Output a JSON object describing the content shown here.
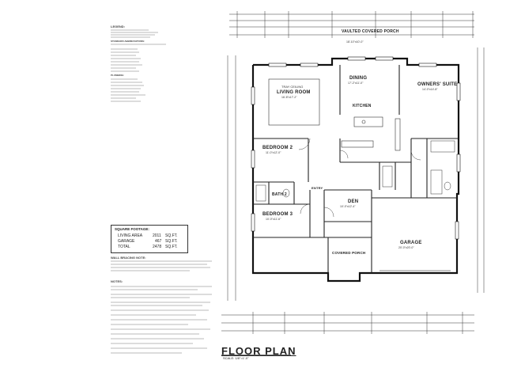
{
  "sheet": {
    "title": "FLOOR PLAN",
    "scale": "SCALE: 1/8\"=1'-0\""
  },
  "legend": {
    "heading": "LEGEND:",
    "abbrev_heading": "STANDARD ABBREVIATIONS:",
    "plumbing_heading": "PLUMBING:"
  },
  "rooms": [
    {
      "key": "vaulted",
      "label": "VAULTED COVERED PORCH",
      "dim": "18'-10\"x10'-0\""
    },
    {
      "key": "dining",
      "label": "DINING",
      "dim": "17'-2\"x11'-0\""
    },
    {
      "key": "living",
      "label": "LIVING ROOM",
      "sub": "TRAY CEILING",
      "dim": "16'-8\"x17'-2\""
    },
    {
      "key": "owners",
      "label": "OWNERS' SUITE",
      "dim": "14'-0\"x14'-8\""
    },
    {
      "key": "kitchen",
      "label": "KITCHEN",
      "dim": ""
    },
    {
      "key": "bed2",
      "label": "BEDROOM 2",
      "dim": "11'-0\"x12'-0\""
    },
    {
      "key": "bath2",
      "label": "BATH 2",
      "dim": ""
    },
    {
      "key": "entry",
      "label": "ENTRY",
      "dim": ""
    },
    {
      "key": "bed3",
      "label": "BEDROOM 3",
      "dim": "10'-0\"x11'-6\""
    },
    {
      "key": "den",
      "label": "DEN",
      "dim": "10'-0\"x12'-4\""
    },
    {
      "key": "porch",
      "label": "COVERED PORCH",
      "dim": ""
    },
    {
      "key": "garage",
      "label": "GARAGE",
      "dim": "20'-0\"x20'-0\""
    }
  ],
  "square_footage": {
    "heading": "SQUARE FOOTAGE:",
    "rows": [
      {
        "label": "LIVING AREA",
        "value": "2011",
        "unit": "SQ.FT."
      },
      {
        "label": "GARAGE",
        "value": "467",
        "unit": "SQ.FT."
      },
      {
        "label": "TOTAL",
        "value": "2478",
        "unit": "SQ.FT."
      }
    ]
  },
  "wall_bracing": {
    "heading": "WALL BRACING NOTE:"
  },
  "notes": {
    "heading": "NOTES:"
  }
}
